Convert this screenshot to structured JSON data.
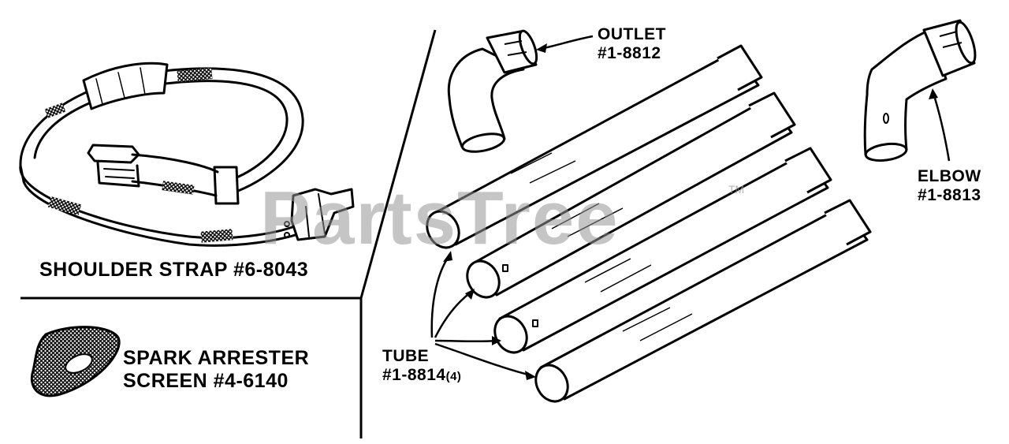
{
  "labels": {
    "outlet": {
      "name": "OUTLET",
      "part": "#1-8812"
    },
    "elbow": {
      "name": "ELBOW",
      "part": "#1-8813"
    },
    "tube": {
      "name": "TUBE",
      "part": "#1-8814",
      "qty": "(4)"
    },
    "shoulder_strap": {
      "text": "SHOULDER STRAP #6-8043"
    },
    "spark_arrester": {
      "line1": "SPARK ARRESTER",
      "line2": "SCREEN #4-6140"
    }
  },
  "watermark": {
    "text": "PartsTree",
    "mark": "TM"
  },
  "colors": {
    "ink": "#000000",
    "watermark": "#969696"
  }
}
